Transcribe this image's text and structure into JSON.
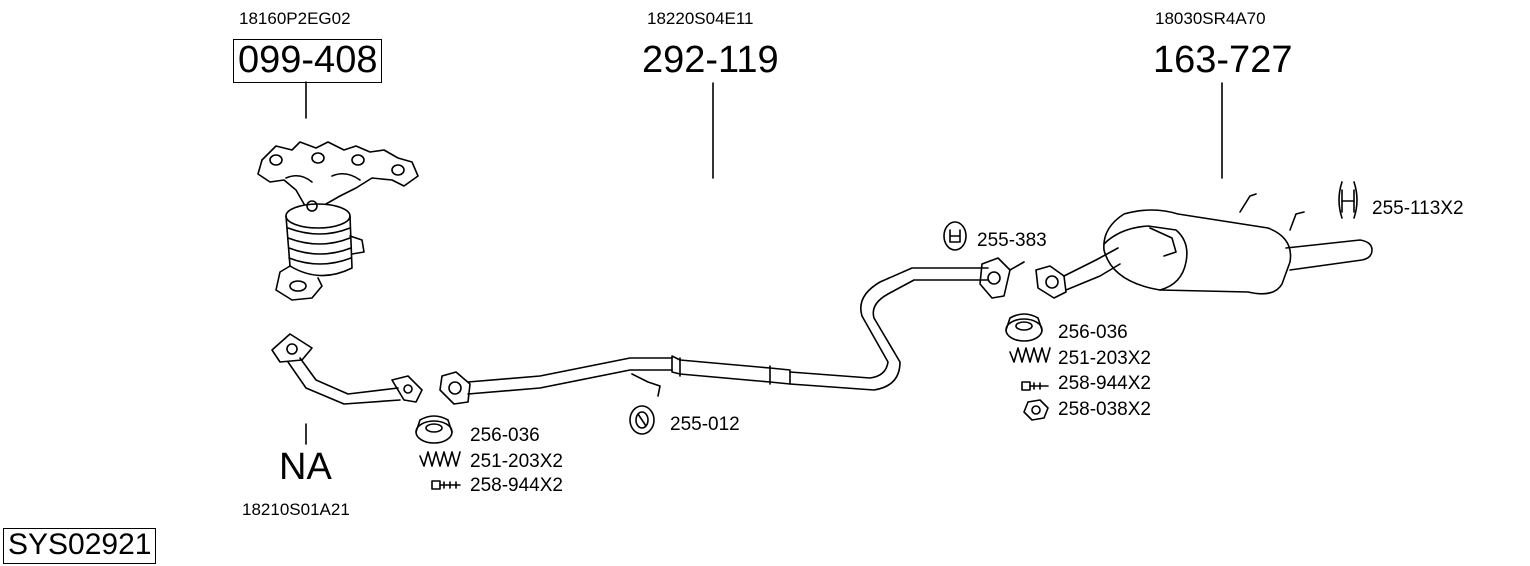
{
  "colors": {
    "line": "#000000",
    "background": "#ffffff"
  },
  "system_code": "SYS02921",
  "groups": [
    {
      "oem": "18160P2EG02",
      "main": "099-408",
      "boxed": true
    },
    {
      "oem": "18210S01A21",
      "main": "NA",
      "boxed": false
    },
    {
      "oem": "18220S04E11",
      "main": "292-119",
      "boxed": false
    },
    {
      "oem": "18030SR4A70",
      "main": "163-727",
      "boxed": false
    }
  ],
  "parts": {
    "front_gasket": "256-036",
    "front_spring": "251-203X2",
    "front_bolt": "258-944X2",
    "mid_hanger": "255-012",
    "rear_hanger_a": "255-383",
    "rear_gasket": "256-036",
    "rear_spring": "251-203X2",
    "rear_bolt": "258-944X2",
    "rear_nut": "258-038X2",
    "rear_hanger_b": "255-113X2"
  },
  "icons": [
    "exhaust-manifold-icon",
    "front-pipe-icon",
    "middle-pipe-icon",
    "rear-muffler-icon",
    "gasket-icon",
    "spring-icon",
    "bolt-icon",
    "nut-icon",
    "rubber-hanger-icon",
    "h-hanger-icon"
  ]
}
